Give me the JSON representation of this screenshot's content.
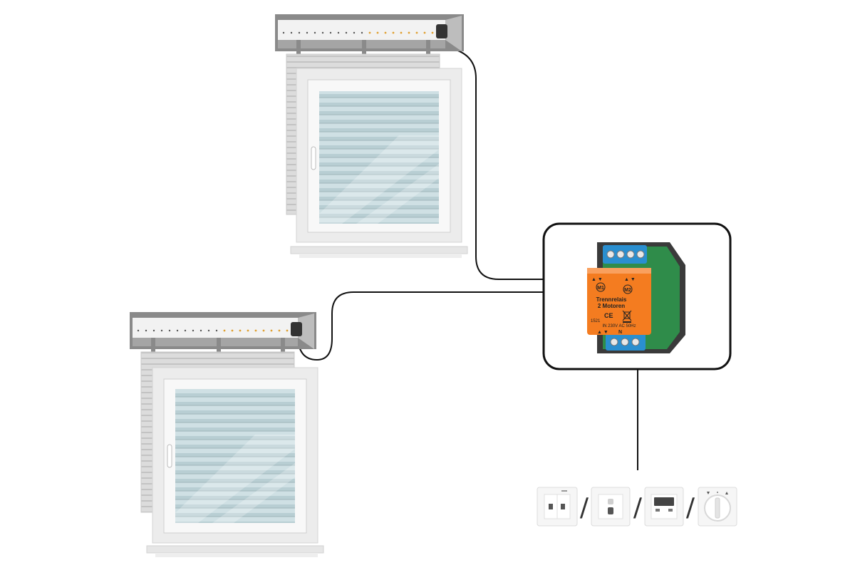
{
  "relay": {
    "m1_label": "M1",
    "m2_label": "M2",
    "title_line1": "Trennrelais",
    "title_line2": "2 Motoren",
    "ce_mark": "CE",
    "model": "1521",
    "input_spec": "IN 230V AC 50Hz",
    "n_label": "N",
    "colors": {
      "orange": "#f47c20",
      "blue": "#2a8fd0",
      "green": "#2f8c4a",
      "dark": "#3a3a3a"
    }
  },
  "windows": [
    {
      "name": "window-top"
    },
    {
      "name": "window-bottom"
    }
  ],
  "controllers": [
    {
      "name": "double-rocker-switch-icon"
    },
    {
      "name": "push-button-switch-icon"
    },
    {
      "name": "timer-display-switch-icon"
    },
    {
      "name": "rotary-switch-icon"
    }
  ],
  "separator": "/"
}
